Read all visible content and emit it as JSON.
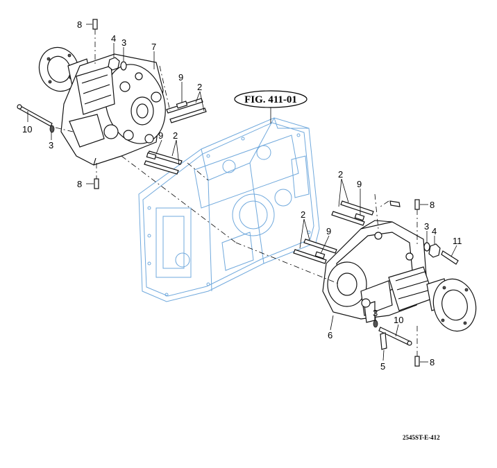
{
  "figure": {
    "reference_label": "FIG. 411-01",
    "drawing_id": "2545ST-E-412"
  },
  "callouts": [
    {
      "id": "c-8-top-left",
      "text": "8"
    },
    {
      "id": "c-4-left",
      "text": "4"
    },
    {
      "id": "c-3-left-top",
      "text": "3"
    },
    {
      "id": "c-7",
      "text": "7"
    },
    {
      "id": "c-9-left-top",
      "text": "9"
    },
    {
      "id": "c-2-left-top",
      "text": "2"
    },
    {
      "id": "c-10-left",
      "text": "10"
    },
    {
      "id": "c-3-left-bottom",
      "text": "3"
    },
    {
      "id": "c-9-left-bottom",
      "text": "9"
    },
    {
      "id": "c-2-left-bottom",
      "text": "2"
    },
    {
      "id": "c-8-bottom-left",
      "text": "8"
    },
    {
      "id": "c-2-right-top",
      "text": "2"
    },
    {
      "id": "c-9-right-top",
      "text": "9"
    },
    {
      "id": "c-8-right-top",
      "text": "8"
    },
    {
      "id": "c-2-right-mid",
      "text": "2"
    },
    {
      "id": "c-9-right-mid",
      "text": "9"
    },
    {
      "id": "c-3-right",
      "text": "3"
    },
    {
      "id": "c-4-right",
      "text": "4"
    },
    {
      "id": "c-11",
      "text": "11"
    },
    {
      "id": "c-10-right",
      "text": "10"
    },
    {
      "id": "c-3-right-bottom",
      "text": "3"
    },
    {
      "id": "c-6",
      "text": "6"
    },
    {
      "id": "c-5",
      "text": "5"
    },
    {
      "id": "c-8-bottom-right",
      "text": "8"
    }
  ],
  "colors": {
    "housing_outline": "#6fa8dc",
    "parts_outline": "#111111"
  }
}
